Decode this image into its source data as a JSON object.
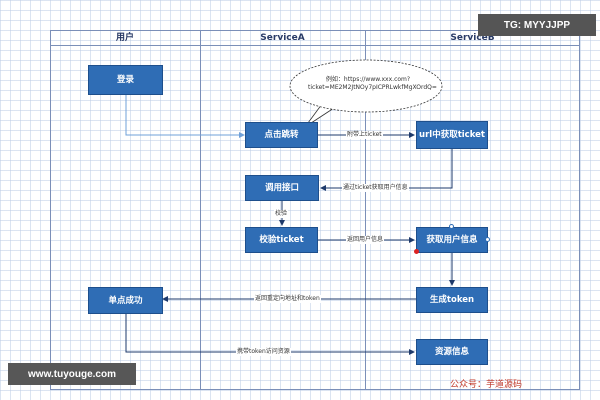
{
  "lanes": {
    "user": "用户",
    "service_a": "ServiceA",
    "service_b": "ServiceB"
  },
  "nodes": {
    "login": "登录",
    "click_redirect": "点击跳转",
    "url_get_ticket": "url中获取ticket",
    "call_api": "调用接口",
    "verify_ticket": "校验ticket",
    "get_user_info": "获取用户信息",
    "sso_success": "单点成功",
    "generate_token": "生成token",
    "resource_info": "资源信息"
  },
  "edge_labels": {
    "attach_ticket": "附带上ticket",
    "get_user_via_ticket": "通过ticket获取用户信息",
    "verify": "校验",
    "return_user_info": "返回用户信息",
    "return_redirect_token": "返回重定向地址和token",
    "carry_token_access": "携带token访问资源"
  },
  "callout": {
    "line1": "例如：https://www.xxx.com?",
    "line2": "ticket=ME2M2JtNOy7pICPRLwkfMgXOrdQ="
  },
  "watermarks": {
    "telegram": "TG: MYYJJPP",
    "site": "www.tuyouge.com",
    "account": "公众号：芋道源码"
  }
}
